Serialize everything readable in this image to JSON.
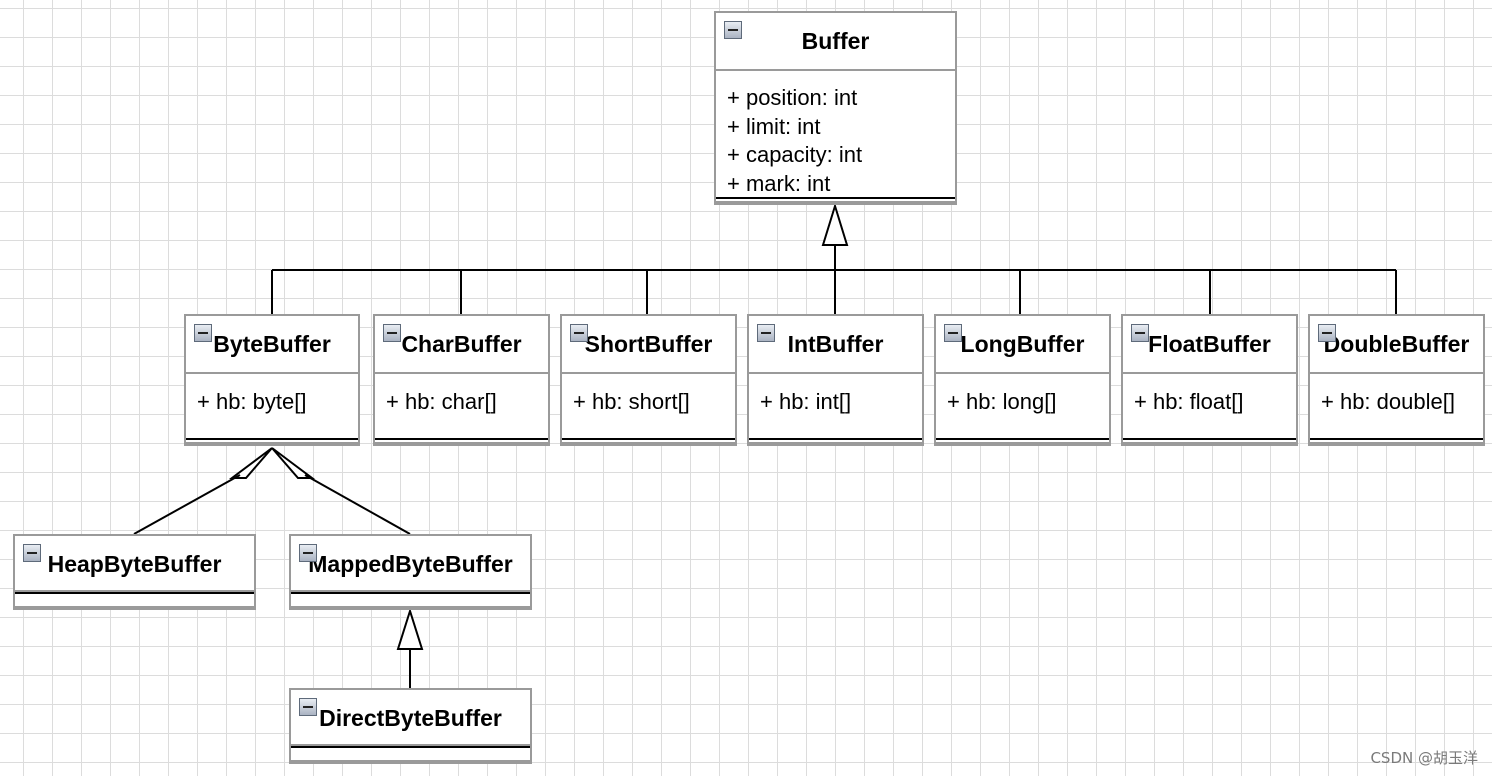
{
  "classes": {
    "buffer": {
      "name": "Buffer",
      "attributes": [
        "+ position: int",
        "+ limit: int",
        "+ capacity: int",
        "+ mark: int"
      ]
    },
    "byte_buffer": {
      "name": "ByteBuffer",
      "attributes": [
        "+ hb: byte[]"
      ]
    },
    "char_buffer": {
      "name": "CharBuffer",
      "attributes": [
        "+ hb: char[]"
      ]
    },
    "short_buffer": {
      "name": "ShortBuffer",
      "attributes": [
        "+ hb: short[]"
      ]
    },
    "int_buffer": {
      "name": "IntBuffer",
      "attributes": [
        "+ hb: int[]"
      ]
    },
    "long_buffer": {
      "name": "LongBuffer",
      "attributes": [
        "+ hb: long[]"
      ]
    },
    "float_buffer": {
      "name": "FloatBuffer",
      "attributes": [
        "+ hb: float[]"
      ]
    },
    "double_buffer": {
      "name": "DoubleBuffer",
      "attributes": [
        "+ hb: double[]"
      ]
    },
    "heap_byte_buffer": {
      "name": "HeapByteBuffer",
      "attributes": []
    },
    "mapped_byte_buffer": {
      "name": "MappedByteBuffer",
      "attributes": []
    },
    "direct_byte_buffer": {
      "name": "DirectByteBuffer",
      "attributes": []
    }
  },
  "collapse_icon": "collapse-minus-icon",
  "watermark": "CSDN @胡玉洋",
  "colors": {
    "border": "#9a9a9a",
    "line": "#000000",
    "grid": "#dcdcdc"
  }
}
